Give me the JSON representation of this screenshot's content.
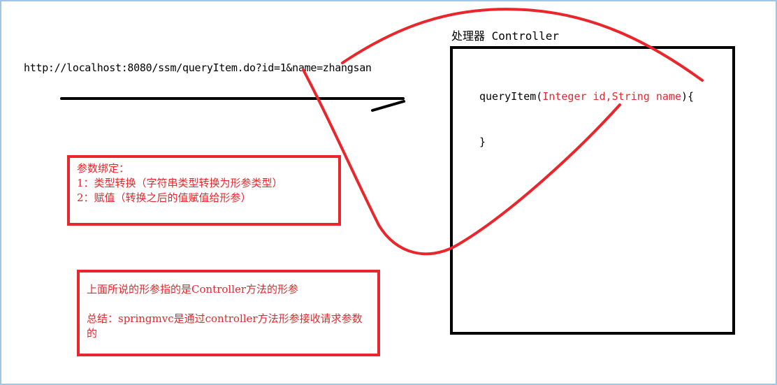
{
  "request": {
    "url": "http://localhost:8080/ssm/queryItem.do?id=1&name=zhangsan"
  },
  "controller": {
    "title": "处理器 Controller",
    "method_name": "queryItem(",
    "params": "Integer id,String name",
    "method_open": "){",
    "method_close": "}"
  },
  "binding_note": {
    "title": "参数绑定：",
    "line1": "1：类型转换（字符串类型转换为形参类型）",
    "line2": "2：赋值（转换之后的值赋值给形参）"
  },
  "summary_note": {
    "line1": "上面所说的形参指的是Controller方法的形参",
    "line2": "总结：springmvc是通过controller方法形参接收请求参数的"
  },
  "colors": {
    "annotation": "#e8262b",
    "ink": "#000000",
    "frame": "#9fc5e8"
  }
}
